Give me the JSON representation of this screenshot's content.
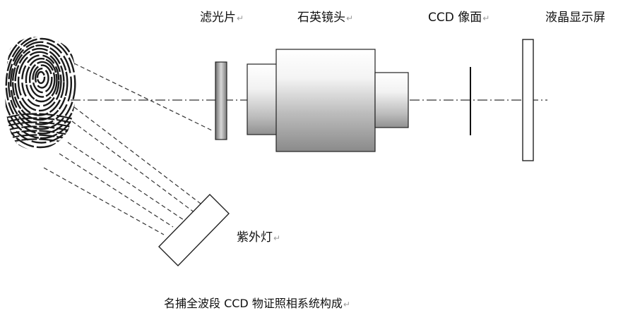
{
  "labels": {
    "filter": "滤光片",
    "lens": "石英镜头",
    "ccd": "CCD 像面",
    "lcd": "液晶显示屏",
    "uv_lamp": "紫外灯",
    "caption": "名捕全波段 CCD 物证照相系统构成"
  },
  "paragraph_mark": "↵",
  "colors": {
    "line": "#222222",
    "filter_dark": "#6e6e6e",
    "filter_light": "#d8d8d8",
    "fingerprint": "#1a1a1a"
  }
}
